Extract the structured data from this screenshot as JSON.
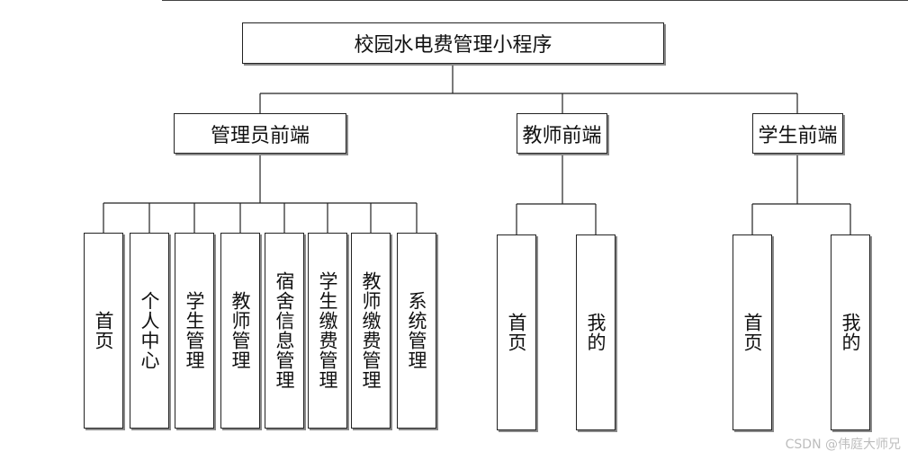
{
  "diagram": {
    "root": {
      "label": "校园水电费管理小程序"
    },
    "branches": [
      {
        "label": "管理员前端",
        "children": [
          "首页",
          "个人中心",
          "学生管理",
          "教师管理",
          "宿舍信息管理",
          "学生缴费管理",
          "教师缴费管理",
          "系统管理"
        ]
      },
      {
        "label": "教师前端",
        "children": [
          "首页",
          "我的"
        ]
      },
      {
        "label": "学生前端",
        "children": [
          "首页",
          "我的"
        ]
      }
    ]
  },
  "watermark": "CSDN @伟庭大师兄",
  "colors": {
    "line": "#222222",
    "shadow": "#8a8a8a",
    "background": "#ffffff"
  }
}
